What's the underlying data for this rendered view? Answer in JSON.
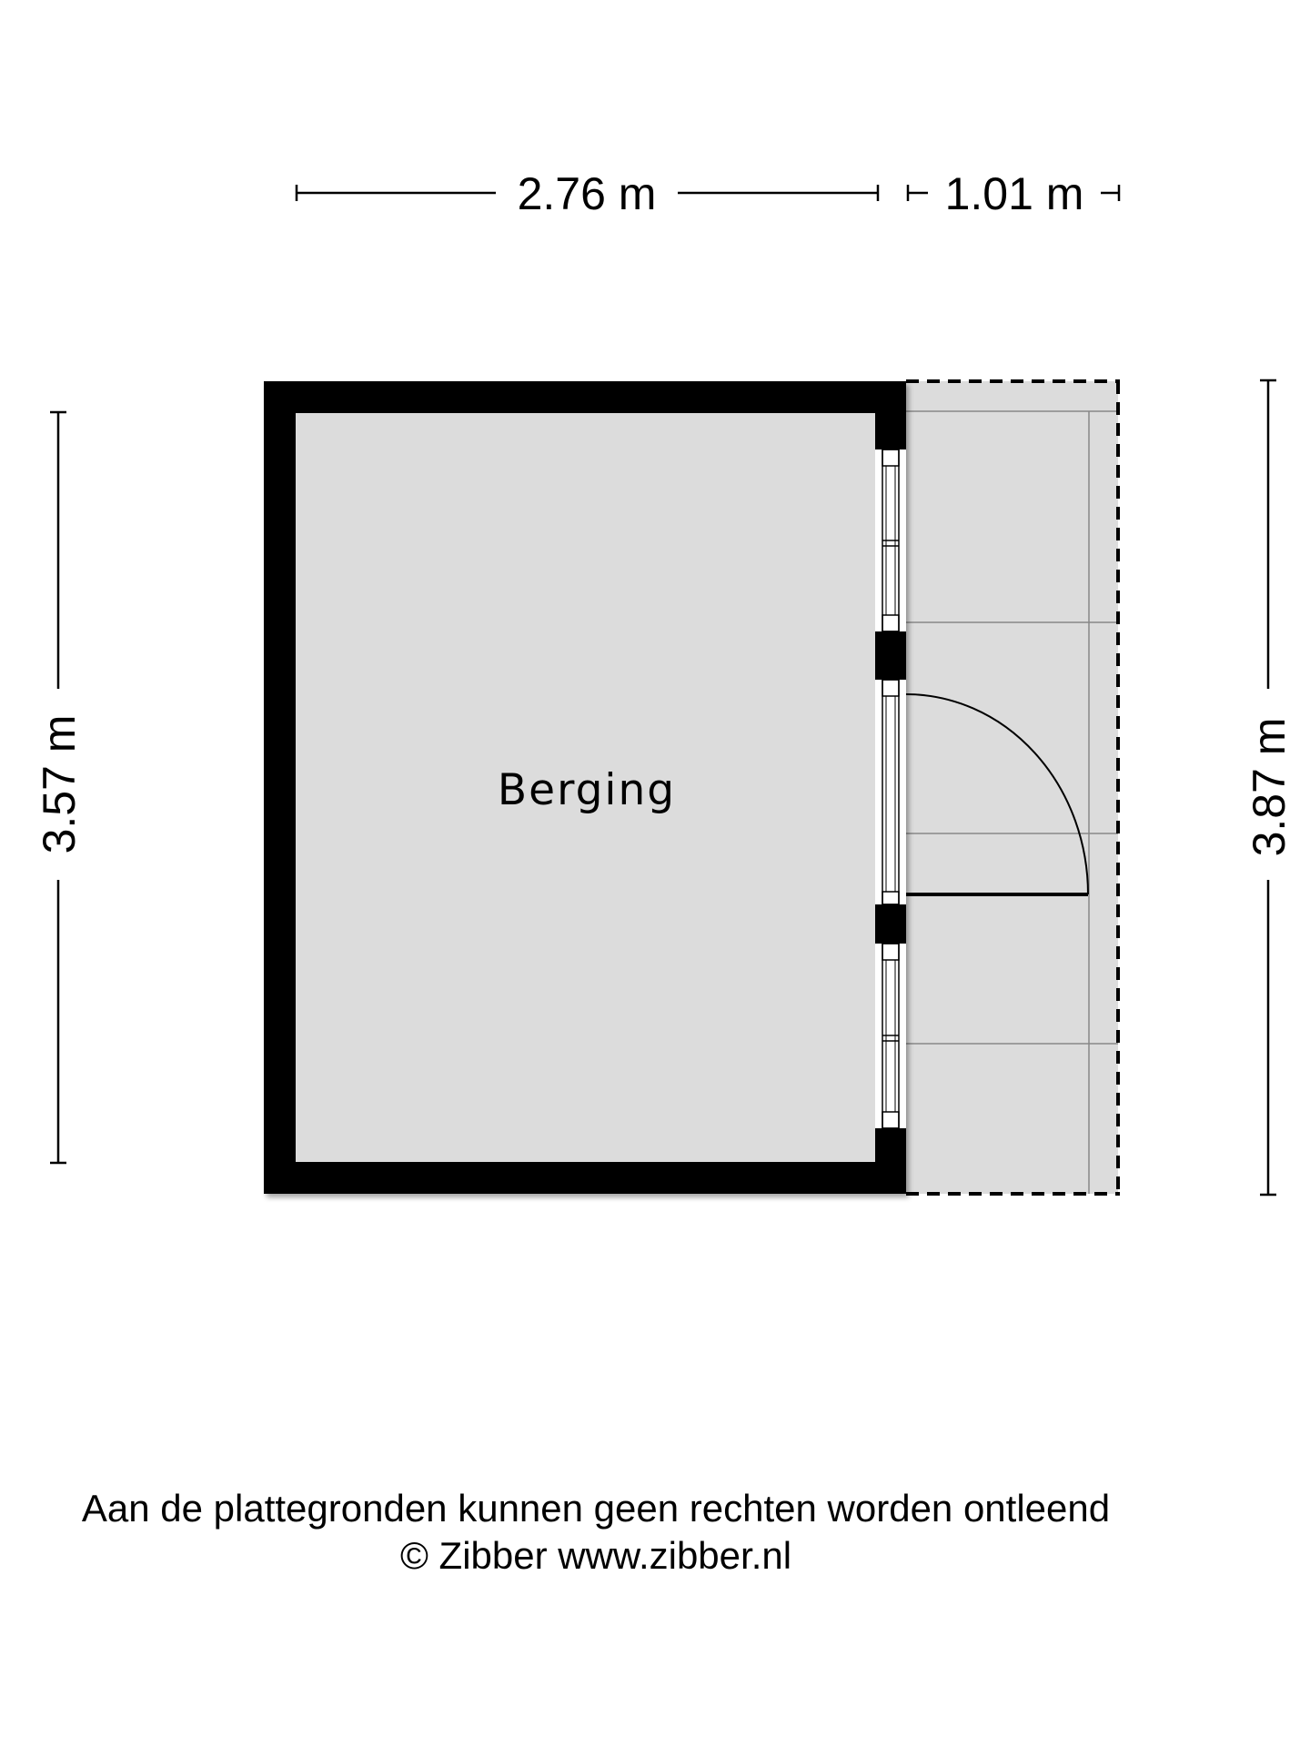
{
  "dimensions": {
    "top_main": "2.76 m",
    "top_side": "1.01 m",
    "left": "3.57 m",
    "right": "3.87 m"
  },
  "room": {
    "name": "Berging"
  },
  "footer": {
    "disclaimer": "Aan de plattegronden kunnen geen rechten worden ontleend",
    "copyright": "© Zibber www.zibber.nl"
  },
  "colors": {
    "wall": "#000000",
    "floor": "#dcdcdc",
    "terrace": "#dcdcdc",
    "grid_line": "#888888",
    "background": "#ffffff"
  }
}
